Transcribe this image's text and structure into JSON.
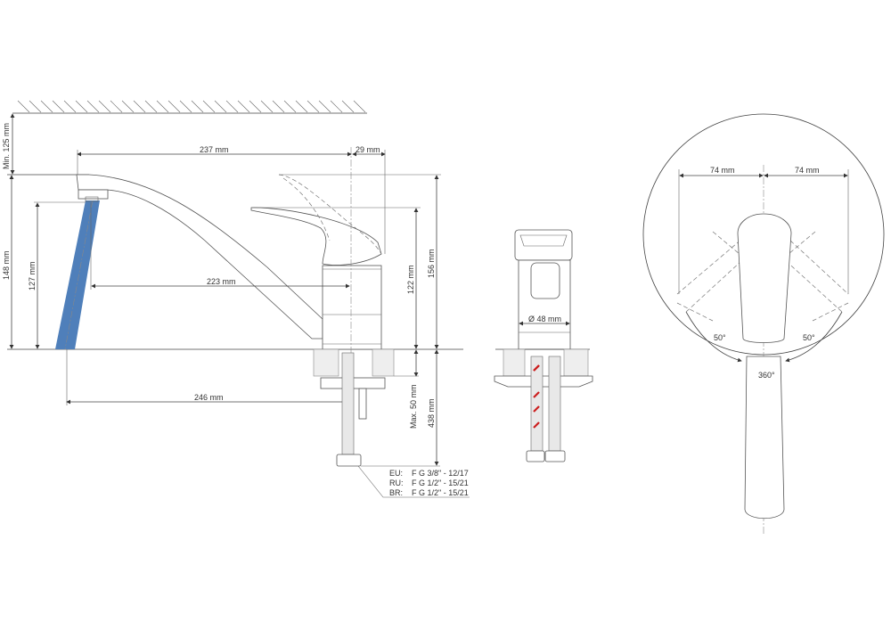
{
  "colors": {
    "water_stream": "#4f7fba",
    "hose_marks": "#cc1f1f",
    "line": "#444444"
  },
  "side_view": {
    "dims": {
      "min_clearance": "Min. 125 mm",
      "spout_reach": "237 mm",
      "lever_offset": "29 mm",
      "spout_height": "148 mm",
      "aerator_height": "127 mm",
      "stream_reach": "223 mm",
      "lever_height": "122 mm",
      "total_height": "156 mm",
      "max_counter": "Max. 50 mm",
      "hose_length": "438 mm",
      "base_reach": "246 mm"
    },
    "connections": [
      {
        "region": "EU:",
        "spec": "F G 3/8\" - 12/17"
      },
      {
        "region": "RU:",
        "spec": "F G 1/2\" - 15/21"
      },
      {
        "region": "BR:",
        "spec": "F G 1/2\" - 15/21"
      }
    ]
  },
  "front_view": {
    "diameter": "Ø 48 mm"
  },
  "top_view": {
    "left_width": "74 mm",
    "right_width": "74 mm",
    "left_angle": "50°",
    "right_angle": "50°",
    "rotation": "360°"
  }
}
